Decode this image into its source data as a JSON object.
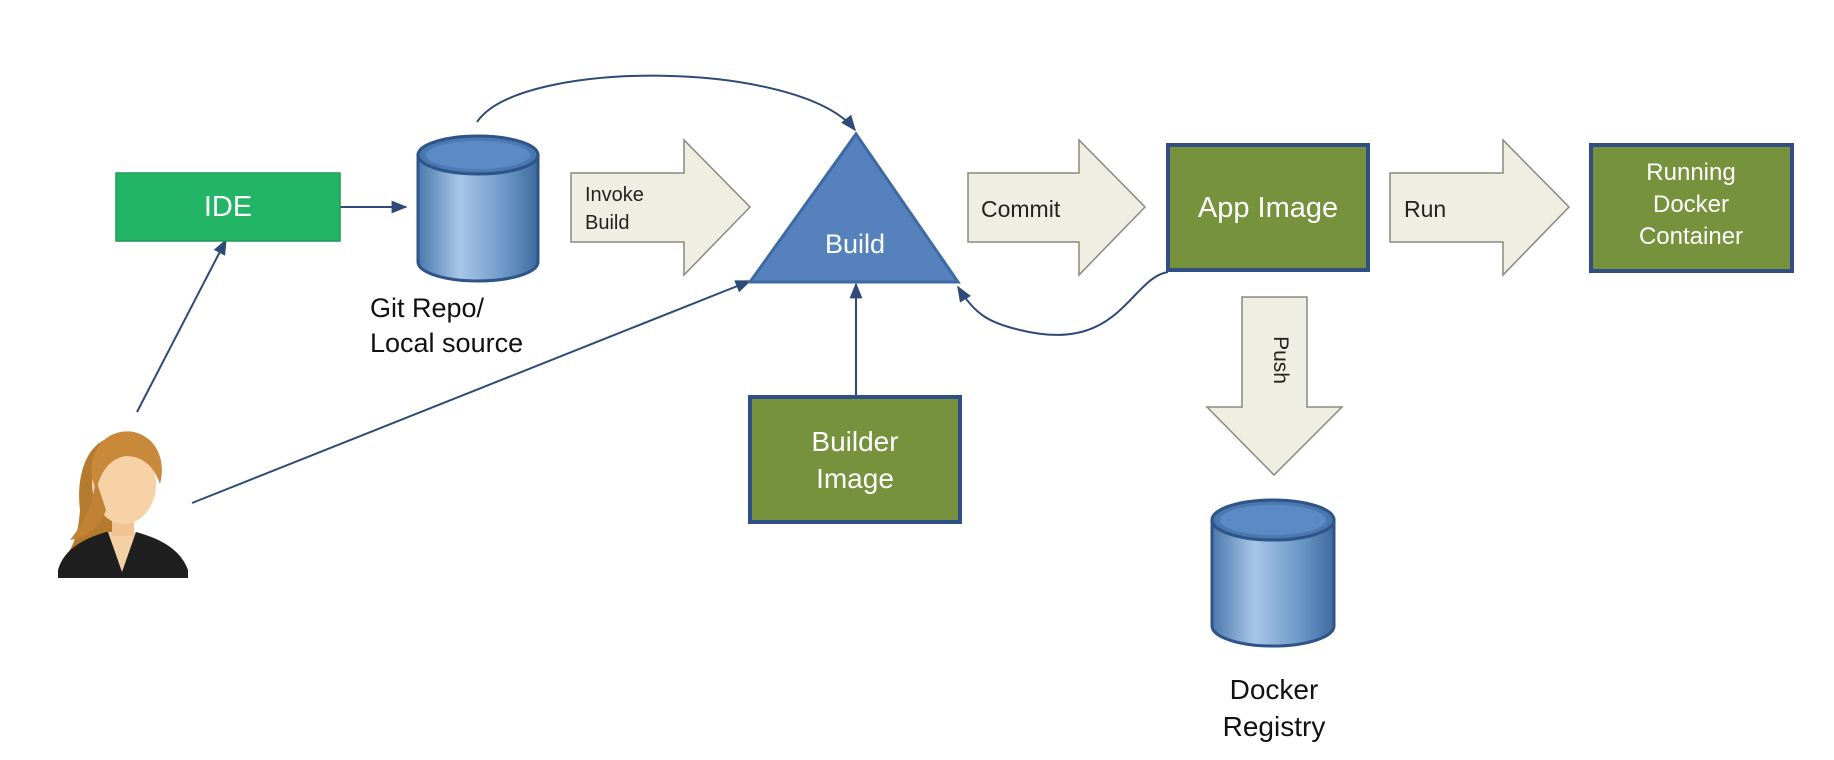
{
  "nodes": {
    "ide": "IDE",
    "git_repo": [
      "Git Repo/",
      "Local source"
    ],
    "build": "Build",
    "builder_image": [
      "Builder",
      "Image"
    ],
    "app_image": "App Image",
    "running_container": [
      "Running",
      "Docker",
      "Container"
    ],
    "docker_registry": [
      "Docker",
      "Registry"
    ]
  },
  "arrows": {
    "invoke_build": [
      "Invoke",
      "Build"
    ],
    "commit": "Commit",
    "run": "Run",
    "push": "Push"
  },
  "colors": {
    "ide_fill": "#22b566",
    "green_box_fill": "#76923c",
    "green_box_border": "#2f4f86",
    "build_fill": "#5582bd",
    "arrow_fill": "#eeeee2",
    "arrow_stroke": "#8a8a80",
    "connector": "#2e4a78",
    "cylinder": "#6f9bcb"
  },
  "icons": [
    "user-avatar-icon",
    "database-cylinder-icon"
  ]
}
